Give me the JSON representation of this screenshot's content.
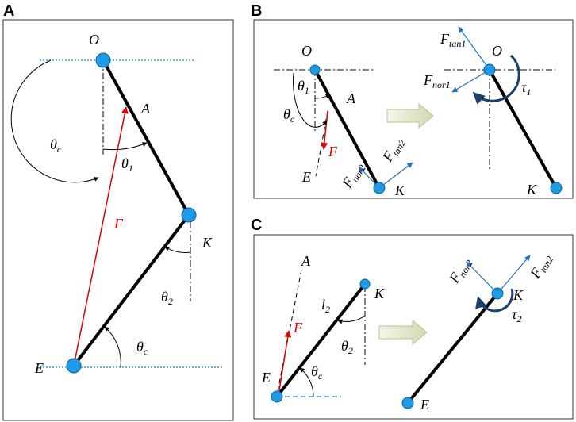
{
  "panels": {
    "a": {
      "letter": "A"
    },
    "b": {
      "letter": "B"
    },
    "c": {
      "letter": "C"
    }
  },
  "labels": {
    "O": "O",
    "A": "A",
    "K": "K",
    "E": "E",
    "F": "F",
    "theta": "θ",
    "theta_sub_1": "1",
    "theta_sub_2": "2",
    "theta_sub_c": "c",
    "tau": "τ",
    "l": "l",
    "F_tan1_sub": "tan1",
    "F_nor1_sub": "nor1",
    "F_tan2_sub": "tan2",
    "F_nor2_sub": "nor2",
    "sub_1": "1",
    "sub_2": "2"
  },
  "colors": {
    "link": "#000000",
    "joint": "#1e9be6",
    "joint_stroke": "#0b5f9a",
    "force": "#e00000",
    "component": "#1f6fc4",
    "torque": "#1a3f6e",
    "baseline": "#1e7fd0",
    "transition_arrow": "#dfe7c8"
  }
}
